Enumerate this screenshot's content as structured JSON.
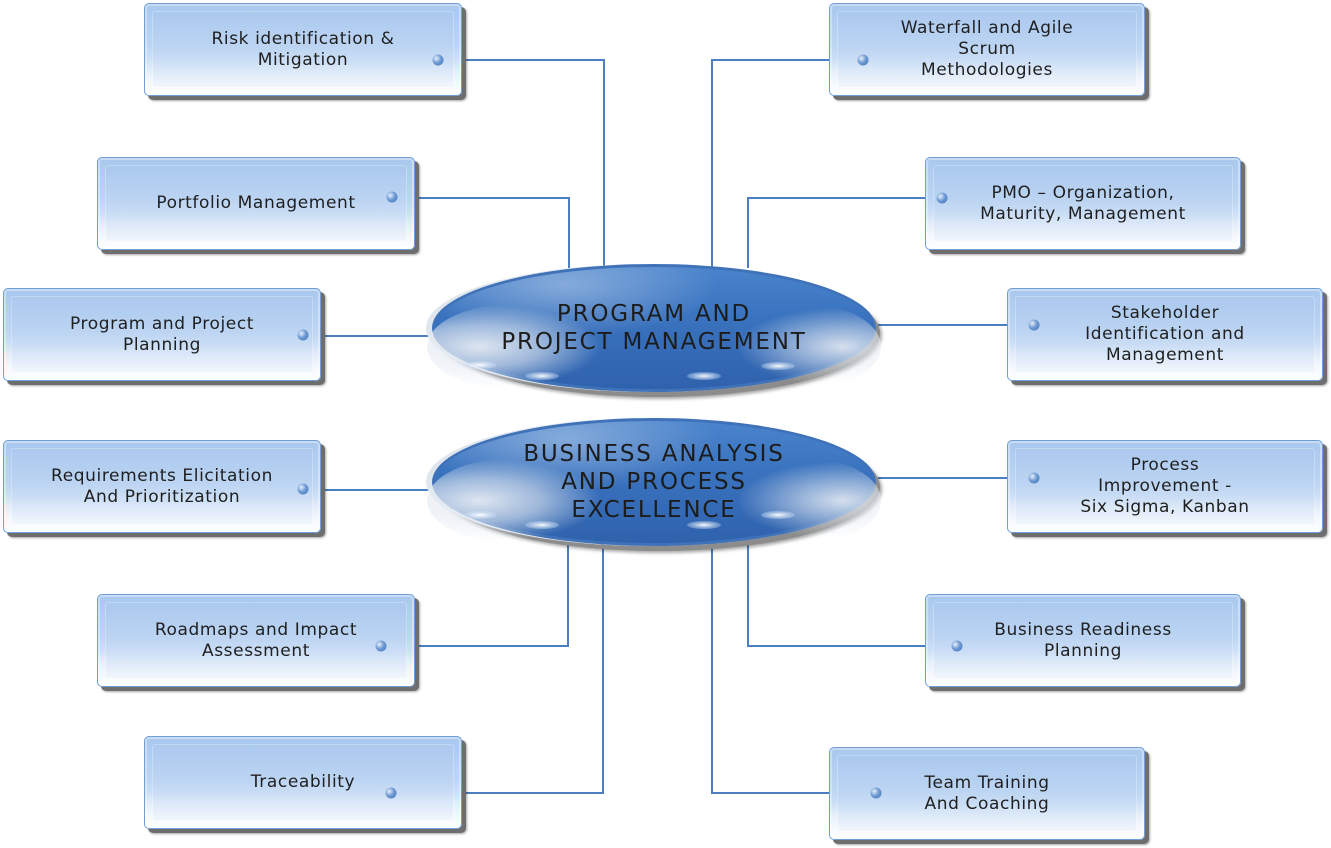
{
  "diagram": {
    "type": "mind-map",
    "colors": {
      "connector": "#4a7fc1",
      "hub_fill": "#3a73bf",
      "box_fill": "#bcd5f3",
      "text": "#1f1f1f"
    },
    "hubs": [
      {
        "id": "ppm",
        "label": "PROGRAM AND\nPROJECT MANAGEMENT"
      },
      {
        "id": "bape",
        "label": "BUSINESS ANALYSIS\nAND PROCESS\nEXCELLENCE"
      }
    ],
    "nodes": [
      {
        "id": "risk",
        "hub": "ppm",
        "label": "Risk identification &\nMitigation"
      },
      {
        "id": "portfolio",
        "hub": "ppm",
        "label": "Portfolio Management"
      },
      {
        "id": "planning",
        "hub": "ppm",
        "label": "Program and Project\nPlanning"
      },
      {
        "id": "waterfall",
        "hub": "ppm",
        "label": "Waterfall and Agile\nScrum\nMethodologies"
      },
      {
        "id": "pmo",
        "hub": "ppm",
        "label": "PMO – Organization,\nMaturity, Management"
      },
      {
        "id": "stakeholder",
        "hub": "ppm",
        "label": "Stakeholder\nIdentification and\nManagement"
      },
      {
        "id": "requirements",
        "hub": "bape",
        "label": "Requirements Elicitation\nAnd Prioritization"
      },
      {
        "id": "roadmaps",
        "hub": "bape",
        "label": "Roadmaps and Impact\nAssessment"
      },
      {
        "id": "traceability",
        "hub": "bape",
        "label": "Traceability"
      },
      {
        "id": "process",
        "hub": "bape",
        "label": "Process\nImprovement -\nSix Sigma, Kanban"
      },
      {
        "id": "readiness",
        "hub": "bape",
        "label": "Business Readiness\nPlanning"
      },
      {
        "id": "training",
        "hub": "bape",
        "label": "Team Training\nAnd Coaching"
      }
    ]
  }
}
